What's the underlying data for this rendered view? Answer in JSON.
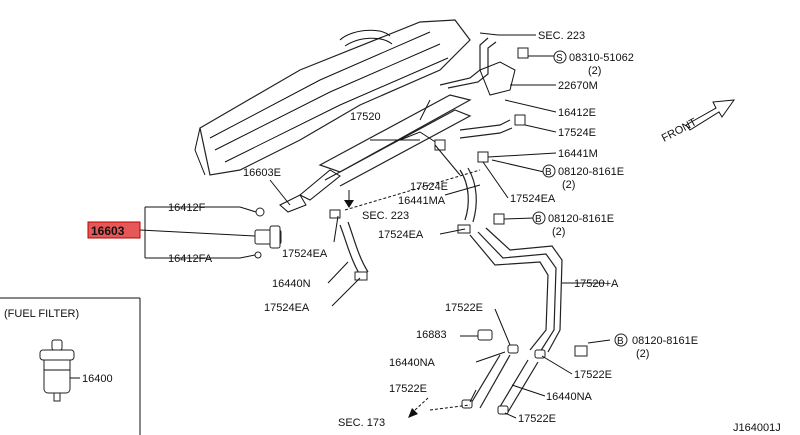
{
  "diagram": {
    "highlighted_part": "16603",
    "diagram_code": "J164001J",
    "front_label": "FRONT",
    "callouts": {
      "sec223_top": "SEC. 223",
      "bolt_top": "08310-51062",
      "bolt_top_qty": "(2)",
      "p22670M": "22670M",
      "p16412E": "16412E",
      "p17524E_a": "17524E",
      "p16441M": "16441M",
      "b08120_a": "08120-8161E",
      "b08120_a_qty": "(2)",
      "p17524EA_a": "17524EA",
      "b08120_b": "08120-8161E",
      "b08120_b_qty": "(2)",
      "p17520": "17520",
      "p16603E": "16603E",
      "p16412F": "16412F",
      "p16412FA": "16412FA",
      "p17524E_b": "17524E",
      "p16441MA": "16441MA",
      "sec223_mid": "SEC. 223",
      "p17524EA_b": "17524EA",
      "p17524EA_c": "17524EA",
      "p16440N": "16440N",
      "p17524EA_d": "17524EA",
      "p17520A": "17520+A",
      "p17522E_a": "17522E",
      "p16883": "16883",
      "b08120_c": "08120-8161E",
      "b08120_c_qty": "(2)",
      "p16440NA_a": "16440NA",
      "p17522E_b": "17522E",
      "p16440NA_b": "16440NA",
      "p17522E_c": "17522E",
      "p17522E_d": "17522E",
      "sec173": "SEC. 173"
    },
    "fuel_filter": {
      "title": "(FUEL FILTER)",
      "part": "16400"
    },
    "bolt_marker_top": "S",
    "bolt_marker": "B"
  }
}
